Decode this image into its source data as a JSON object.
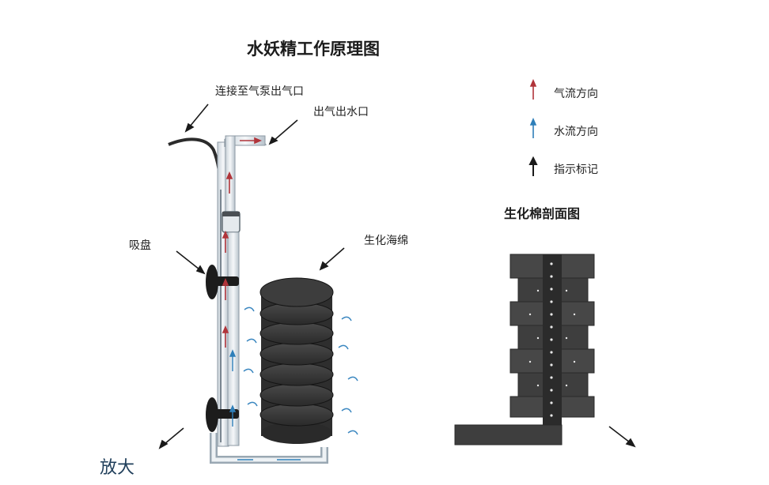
{
  "title": "水妖精工作原理图",
  "labels": {
    "air_pump_connection": "连接至气泵出气口",
    "air_water_outlet": "出气出水口",
    "suction_cup": "吸盘",
    "bio_sponge": "生化海绵",
    "zoom": "放大"
  },
  "legend": {
    "air_flow": "气流方向",
    "water_flow": "水流方向",
    "indicator": "指示标记"
  },
  "cross_section_title": "生化棉剖面图",
  "colors": {
    "air_arrow": "#b0343a",
    "water_arrow": "#2f7fb9",
    "indicator_arrow": "#1a1a1a",
    "sponge": "#3a3a3a",
    "pipe": "#9aa8b3"
  }
}
